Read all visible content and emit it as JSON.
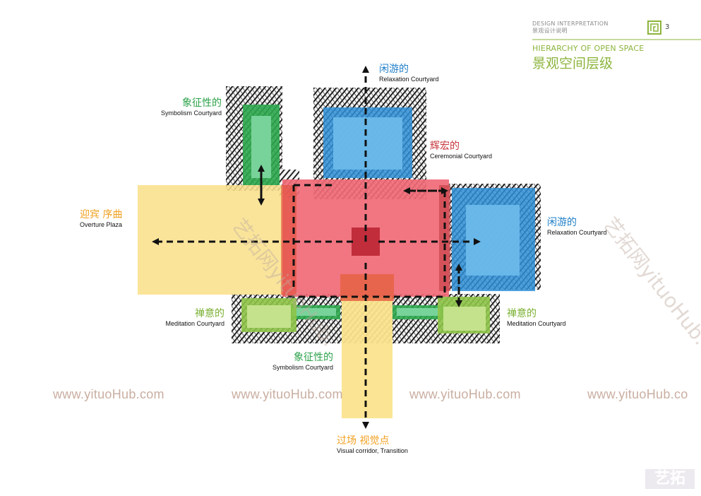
{
  "header": {
    "kicker_en": "DESIGN INTERPRETATION",
    "kicker_cn": "景观设计说明",
    "page_number": "3",
    "title_en": "HIERARCHY OF OPEN SPACE",
    "title_cn": "景观空间层级"
  },
  "labels": {
    "relax_top": {
      "cn": "闲游的",
      "en": "Relaxation Courtyard"
    },
    "symbol_top": {
      "cn": "象征性的",
      "en": "Symbolism Courtyard"
    },
    "ceremonial": {
      "cn": "辉宏的",
      "en": "Ceremonial Courtyard"
    },
    "overture": {
      "cn": "迎宾 序曲",
      "en": "Overture Plaza"
    },
    "relax_right": {
      "cn": "闲游的",
      "en": "Relaxation Courtyard"
    },
    "med_left": {
      "cn": "禅意的",
      "en": "Meditation Courtyard"
    },
    "med_right": {
      "cn": "禅意的",
      "en": "Meditation Courtyard"
    },
    "symbol_bottom": {
      "cn": "象征性的",
      "en": "Symbolism Courtyard"
    },
    "visual": {
      "cn": "过场 视觉点",
      "en": "Visual corridor, Transition"
    }
  },
  "watermarks": [
    "www.yituoHub.com",
    "www.yituoHub.com",
    "www.yituoHub.com",
    "www.yituoHub.co",
    "艺拓网yituoHub.",
    "艺拓网yituoHub.",
    "艺拓"
  ],
  "colors": {
    "accent_green": "#8cb43c",
    "relax_blue": "#1f7fc8",
    "symbol_green": "#2ca24a",
    "ceremonial_red": "#c8373c",
    "overture_orange": "#f0a020",
    "meditation_green": "#7ab030"
  }
}
